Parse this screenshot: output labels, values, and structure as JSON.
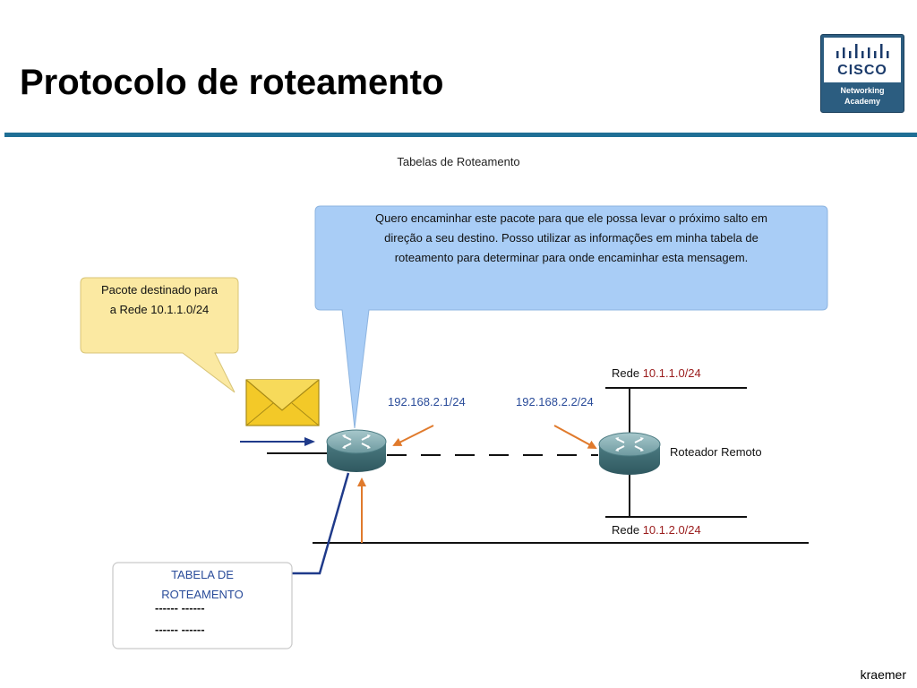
{
  "slide": {
    "title": "Protocolo de roteamento",
    "footer": "kraemer"
  },
  "logo": {
    "wordmark": "CISCO",
    "line1": "Networking",
    "line2": "Academy"
  },
  "figure": {
    "title": "Tabelas de Roteamento",
    "router_callout_lines": [
      "Quero encaminhar este pacote para que ele possa levar o próximo salto em",
      "direção a seu destino. Posso utilizar as informações em minha tabela de",
      "roteamento para determinar para onde encaminhar esta mensagem."
    ],
    "packet_callout_lines": [
      "Pacote destinado para",
      "a Rede 10.1.1.0/24"
    ],
    "ip_local": "192.168.2.1/24",
    "ip_remote": "192.168.2.2/24",
    "remote_router_label": "Roteador Remoto",
    "rede_word": "Rede",
    "network_top": "10.1.1.0/24",
    "network_bottom": "10.1.2.0/24",
    "routing_table": {
      "line1": "TABELA DE",
      "line2": "ROTEAMENTO",
      "dash_row1": "------ ------",
      "dash_row2": "------ ------"
    }
  },
  "colors": {
    "callout_blue": "#a9cdf6",
    "callout_yellow": "#fbe9a2",
    "header_rule": "#1f6f95",
    "arrow_orange": "#e07a2c",
    "arrow_navy": "#1f3a8a",
    "ip_text": "#2a4c9a",
    "network_text": "#9a1c1c"
  }
}
